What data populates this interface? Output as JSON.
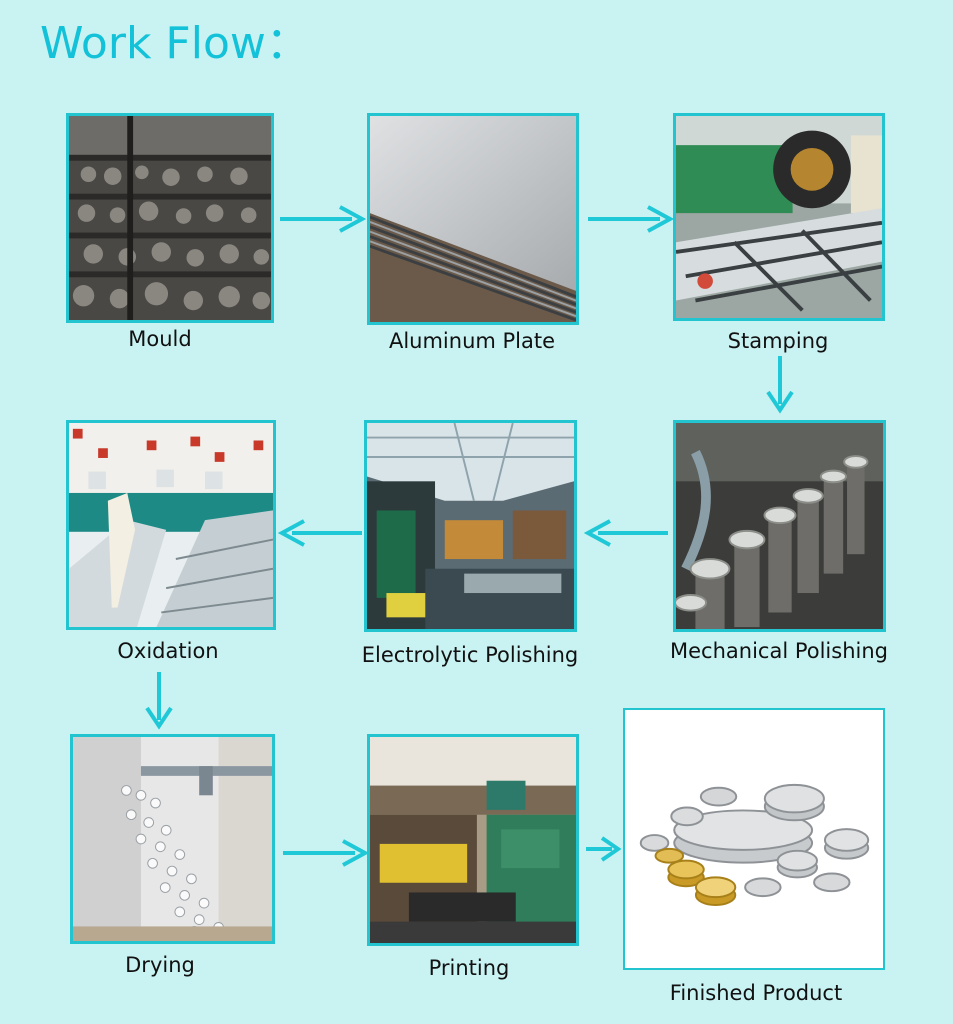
{
  "title": "Work Flow：",
  "colors": {
    "background": "#c9f2f2",
    "accent": "#13c2d8",
    "frame": "#22c4cf",
    "arrow": "#1fc8d6"
  },
  "steps": [
    {
      "label": "Mould"
    },
    {
      "label": "Aluminum Plate"
    },
    {
      "label": "Stamping"
    },
    {
      "label": "Mechanical Polishing"
    },
    {
      "label": "Electrolytic Polishing"
    },
    {
      "label": "Oxidation"
    },
    {
      "label": "Drying"
    },
    {
      "label": "Printing"
    },
    {
      "label": "Finished Product"
    }
  ]
}
